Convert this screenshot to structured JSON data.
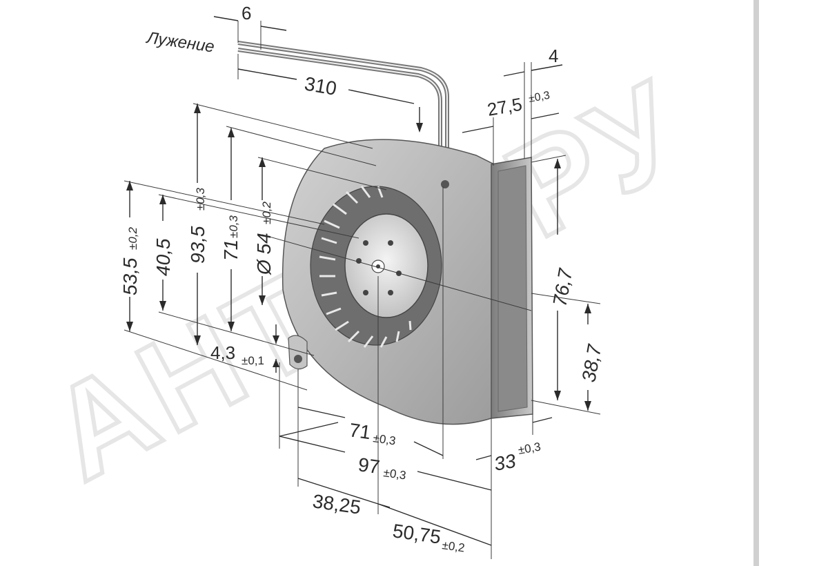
{
  "wire_label": "Лужение",
  "watermark": "АНТАС.РУ",
  "dims": {
    "wire_strip": {
      "value": "6",
      "tol": ""
    },
    "wire_length": {
      "value": "310",
      "tol": ""
    },
    "flange_thk": {
      "value": "4",
      "tol": ""
    },
    "outlet_depth": {
      "value": "27,5",
      "tol": "±0,3"
    },
    "height_total": {
      "value": "93,5",
      "tol": "±0,3"
    },
    "height_71": {
      "value": "71",
      "tol": "±0,3"
    },
    "diameter": {
      "value": "Ø 54",
      "tol": "±0,2"
    },
    "height_53": {
      "value": "53,5",
      "tol": "±0,2"
    },
    "height_40": {
      "value": "40,5",
      "tol": ""
    },
    "hole": {
      "value": "4,3",
      "tol": "±0,1"
    },
    "outlet_h": {
      "value": "76,7",
      "tol": ""
    },
    "outlet_low": {
      "value": "38,7",
      "tol": ""
    },
    "width_71": {
      "value": "71",
      "tol": "±0,3"
    },
    "width_97": {
      "value": "97",
      "tol": "±0,3"
    },
    "width_33": {
      "value": "33",
      "tol": "±0,3"
    },
    "w_38": {
      "value": "38,25",
      "tol": ""
    },
    "w_50": {
      "value": "50,75",
      "tol": "±0,2"
    }
  },
  "colors": {
    "line": "#2b2b2b",
    "housing": "#b9b9b9",
    "housing_dark": "#8e8e8e",
    "watermark": "#e8e8e8",
    "strip": "#d0d0d0"
  }
}
